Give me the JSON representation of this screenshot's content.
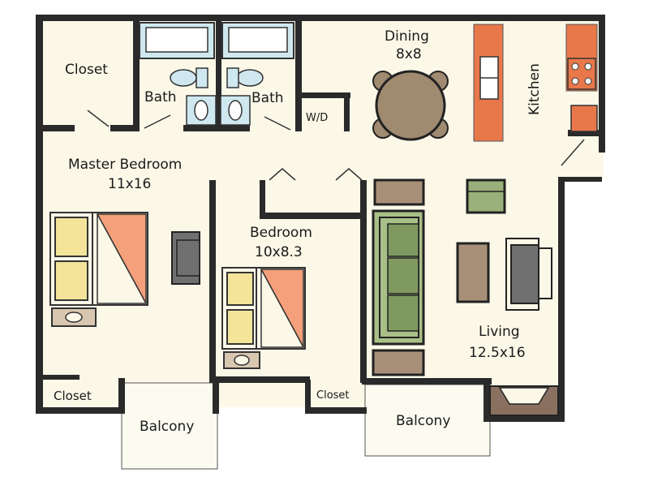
{
  "rooms": {
    "closet_top": "Closet",
    "bath_left": "Bath",
    "bath_right": "Bath",
    "wd": "W/D",
    "dining_name": "Dining",
    "dining_size": "8x8",
    "kitchen": "Kitchen",
    "master_name": "Master Bedroom",
    "master_size": "11x16",
    "bedroom_name": "Bedroom",
    "bedroom_size": "10x8.3",
    "living_name": "Living",
    "living_size": "12.5x16",
    "closet_master": "Closet",
    "closet_bedroom": "Closet",
    "balcony_left": "Balcony",
    "balcony_right": "Balcony"
  },
  "colors": {
    "floor": "#fbf8e8",
    "wall": "#2a2a2a",
    "counter": "#e8784a",
    "table": "#a08a70",
    "sofa": "#a9bf88",
    "sofa_cushion": "#7f9960",
    "brown_furniture": "#a89078",
    "green_furniture": "#9ab07a",
    "chair_gray": "#707070",
    "bed_yellow": "#f3e49a",
    "bed_orange": "#f4a07a",
    "fixture_blue": "#cfe8f0",
    "balcony": "#fcfbf0"
  }
}
